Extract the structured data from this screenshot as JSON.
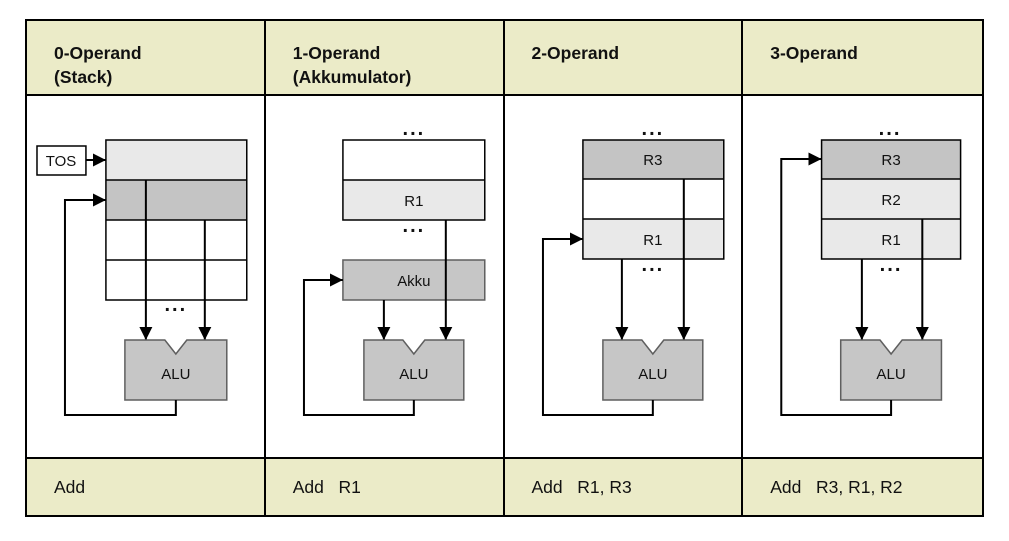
{
  "colors": {
    "header_bg": "#ebebc8",
    "cell_light": "#e9e9e9",
    "cell_dark": "#c4c4c4",
    "alu_fill": "#c6c6c6",
    "alu_stroke": "#5f5f5f",
    "line": "#000000"
  },
  "ellipsis": "...",
  "columns": [
    {
      "header_line1": "0-Operand",
      "header_line2": "(Stack)",
      "tos": "TOS",
      "alu": "ALU",
      "instruction": "Add"
    },
    {
      "header_line1": "1-Operand",
      "header_line2": "(Akkumulator)",
      "r1": "R1",
      "akku": "Akku",
      "alu": "ALU",
      "instruction": "Add   R1"
    },
    {
      "header_line1": "2-Operand",
      "header_line2": "",
      "r3": "R3",
      "r1": "R1",
      "alu": "ALU",
      "instruction": "Add   R1, R3"
    },
    {
      "header_line1": "3-Operand",
      "header_line2": "",
      "r3": "R3",
      "r2": "R2",
      "r1": "R1",
      "alu": "ALU",
      "instruction": "Add   R3, R1, R2"
    }
  ]
}
